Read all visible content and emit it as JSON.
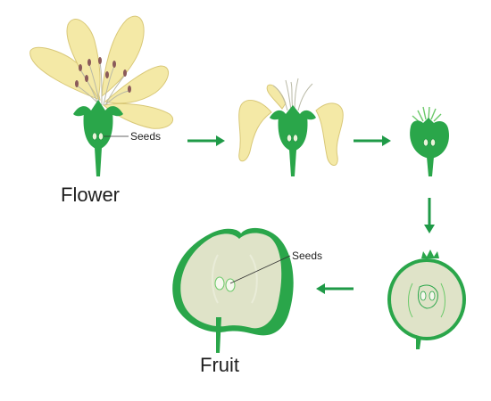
{
  "labels": {
    "flower": "Flower",
    "fruit": "Fruit",
    "seeds_flower": "Seeds",
    "seeds_fruit": "Seeds"
  },
  "colors": {
    "petal": "#f4e9a6",
    "petal_stroke": "#d9c878",
    "green": "#2aa64a",
    "green_dark": "#128a38",
    "green_light": "#6cc96a",
    "flesh": "#dfe3c8",
    "arrow": "#1f9a47",
    "anther": "#8a5a5a"
  },
  "stages": [
    "flower",
    "wilting-flower",
    "young-fruit",
    "developing-fruit",
    "mature-fruit"
  ]
}
